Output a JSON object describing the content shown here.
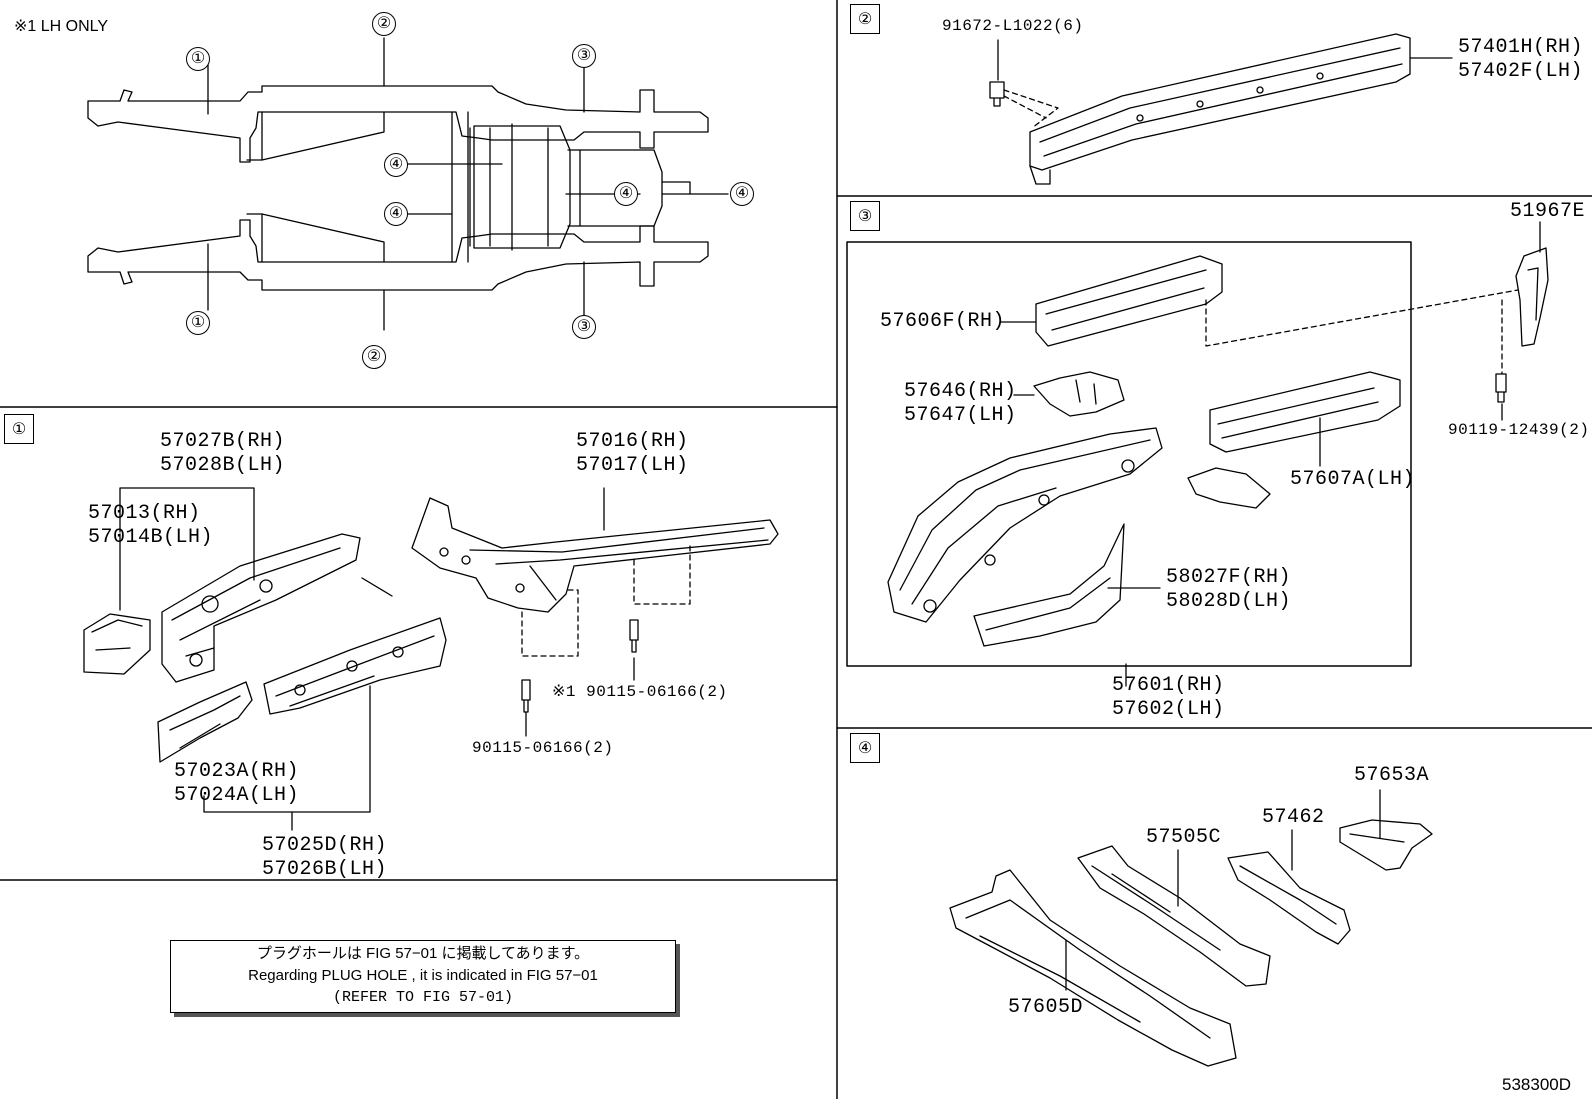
{
  "top_note": "※1 LH ONLY",
  "figure_ref": "538300D",
  "section_markers": [
    "①",
    "②",
    "③",
    "④"
  ],
  "callout_numbers": {
    "c1_top": "①",
    "c1_bottom": "①",
    "c2_top": "②",
    "c2_bottom": "②",
    "c3_top": "③",
    "c3_bottom": "③",
    "c4_a": "④",
    "c4_b": "④",
    "c4_c": "④",
    "c4_d": "④"
  },
  "section1": {
    "p57027": [
      "57027B(RH)",
      "57028B(LH)"
    ],
    "p57013": [
      "57013(RH)",
      "57014B(LH)"
    ],
    "p57016": [
      "57016(RH)",
      "57017(LH)"
    ],
    "p57023": [
      "57023A(RH)",
      "57024A(LH)"
    ],
    "p57025": [
      "57025D(RH)",
      "57026B(LH)"
    ],
    "bolt_lh": "※1 90115-06166(2)",
    "bolt": "90115-06166(2)"
  },
  "section2": {
    "screw": "91672-L1022(6)",
    "p57401": [
      "57401H(RH)",
      "57402F(LH)"
    ]
  },
  "section3": {
    "p51967": "51967E",
    "bolt": "90119-12439(2)",
    "p57606": "57606F(RH)",
    "p57646": [
      "57646(RH)",
      "57647(LH)"
    ],
    "p57607": "57607A(LH)",
    "p58027": [
      "58027F(RH)",
      "58028D(LH)"
    ],
    "p57601": [
      "57601(RH)",
      "57602(LH)"
    ]
  },
  "section4": {
    "p57653": "57653A",
    "p57462": "57462",
    "p57505": "57505C",
    "p57605": "57605D"
  },
  "note_box": {
    "line_jp": "プラグホールは FIG 57−01 に掲載してあります。",
    "line_en": "Regarding PLUG HOLE , it is indicated in FIG 57−01",
    "line_ref": "(REFER TO FIG 57-01)"
  }
}
